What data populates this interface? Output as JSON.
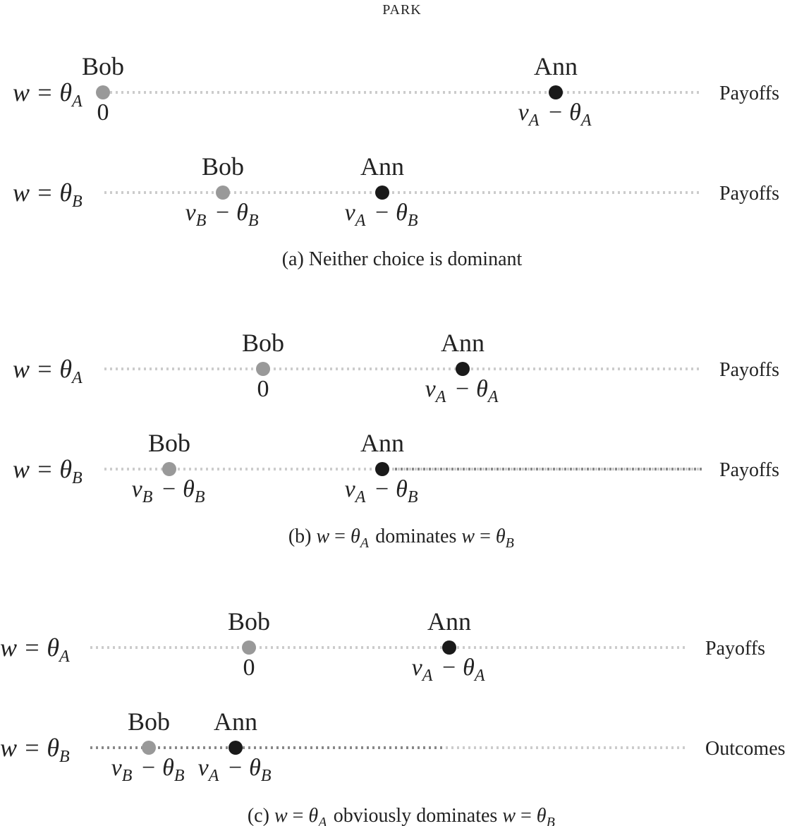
{
  "header": "PARK",
  "panels": [
    {
      "caption": "(a) Neither choice is dominant",
      "rows": [
        {
          "rule": "w = θ_A",
          "right_label": "Payoffs",
          "bob": "Bob",
          "ann": "Ann",
          "bob_value": "0",
          "ann_value": "v_A − θ_A"
        },
        {
          "rule": "w = θ_B",
          "right_label": "Payoffs",
          "bob": "Bob",
          "ann": "Ann",
          "bob_value": "v_B − θ_B",
          "ann_value": "v_A − θ_B"
        }
      ]
    },
    {
      "caption": "(b) w = θ_A dominates w = θ_B",
      "rows": [
        {
          "rule": "w = θ_A",
          "right_label": "Payoffs",
          "bob": "Bob",
          "ann": "Ann",
          "bob_value": "0",
          "ann_value": "v_A − θ_A"
        },
        {
          "rule": "w = θ_B",
          "right_label": "Payoffs",
          "bob": "Bob",
          "ann": "Ann",
          "bob_value": "v_B − θ_B",
          "ann_value": "v_A − θ_B"
        }
      ]
    },
    {
      "caption": "(c) w = θ_A obviously dominates w = θ_B",
      "rows": [
        {
          "rule": "w = θ_A",
          "right_label": "Payoffs",
          "bob": "Bob",
          "ann": "Ann",
          "bob_value": "0",
          "ann_value": "v_A − θ_A"
        },
        {
          "rule": "w = θ_B",
          "right_label": "Outcomes",
          "bob": "Bob",
          "ann": "Ann",
          "bob_value": "v_B − θ_B",
          "ann_value": "v_A − θ_B"
        }
      ]
    }
  ],
  "colors": {
    "ann_dot": "#1a1a1a",
    "bob_dot": "#999999",
    "light_line": "#cccccc",
    "dark_line": "#888888"
  }
}
